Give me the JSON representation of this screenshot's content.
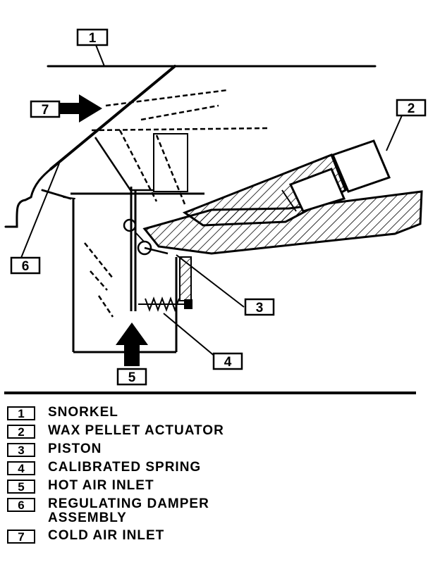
{
  "callouts": [
    "1",
    "2",
    "3",
    "4",
    "5",
    "6",
    "7"
  ],
  "legend": [
    {
      "num": "1",
      "label": "SNORKEL"
    },
    {
      "num": "2",
      "label": "WAX PELLET ACTUATOR"
    },
    {
      "num": "3",
      "label": "PISTON"
    },
    {
      "num": "4",
      "label": "CALIBRATED SPRING"
    },
    {
      "num": "5",
      "label": "HOT AIR INLET"
    },
    {
      "num": "6",
      "label": "REGULATING DAMPER\nASSEMBLY"
    },
    {
      "num": "7",
      "label": "COLD AIR INLET"
    }
  ]
}
